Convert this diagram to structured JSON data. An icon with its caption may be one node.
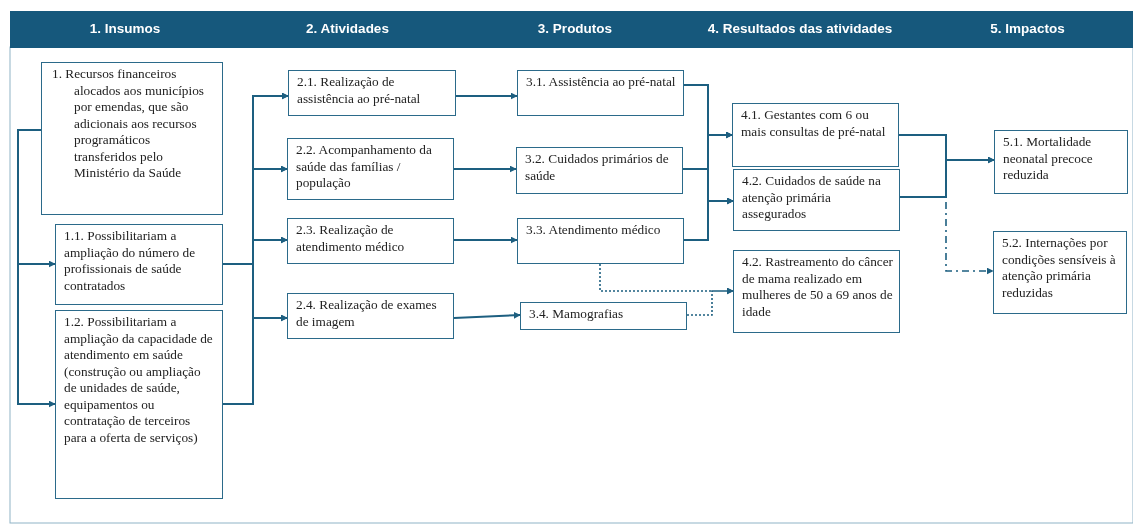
{
  "diagram": {
    "nodes": [
      {
        "text": [
          "1. Recursos financeiros alocados aos municípios por emendas, que são adicionais aos recursos programáticos transferidos pelo Ministério da Saúde"
        ]
      },
      {
        "text": [
          "1.1. Possibilitariam a ampliação do número de profissionais de saúde contratados"
        ]
      },
      {
        "text": [
          "1.2. Possibilitariam a ampliação da capacidade de atendimento em saúde (construção ou ampliação de unidades de saúde, equipamentos ou contratação de terceiros para a oferta de serviços)"
        ]
      },
      {
        "text": [
          "2.1. Realização de assistência ao pré-natal"
        ]
      },
      {
        "text": [
          "2.2. Acompanhamento da saúde das famílias / população"
        ]
      },
      {
        "text": [
          "2.3. Realização de atendimento médico"
        ]
      },
      {
        "text": [
          "2.4. Realização de exames de imagem"
        ]
      },
      {
        "text": [
          "3.1. Assistência ao pré-natal"
        ]
      },
      {
        "text": [
          "3.2. Cuidados primários de saúde"
        ]
      },
      {
        "text": [
          "3.3. Atendimento médico"
        ]
      },
      {
        "text": [
          "3.4. Mamografias"
        ]
      },
      {
        "text": [
          "4.1. Gestantes com 6 ou mais consultas de pré-natal"
        ]
      },
      {
        "text": [
          "4.2. Cuidados de saúde na atenção primária assegurados"
        ]
      },
      {
        "text": [
          "4.2. Rastreamento do câncer de mama realizado em mulheres de 50 a 69 anos de idade"
        ]
      },
      {
        "text": [
          "5.1. Mortalidade neonatal precoce reduzida"
        ]
      },
      {
        "text": [
          "5.2. Internações por condições sensíveis à atenção primária reduzidas"
        ]
      }
    ],
    "edges": [
      {
        "from": 0,
        "to": 1,
        "arrow": "to"
      },
      {
        "from": 0,
        "to": 2,
        "arrow": "to"
      },
      {
        "from": 1,
        "to": 3,
        "arrow": "to"
      },
      {
        "from": 1,
        "to": 4,
        "arrow": "to"
      },
      {
        "from": 1,
        "to": 5,
        "arrow": "to"
      },
      {
        "from": 1,
        "to": 6,
        "arrow": "to"
      },
      {
        "from": 2,
        "to": 3,
        "arrow": "to"
      },
      {
        "from": 2,
        "to": 4,
        "arrow": "to"
      },
      {
        "from": 2,
        "to": 5,
        "arrow": "to"
      },
      {
        "from": 2,
        "to": 6,
        "arrow": "to"
      },
      {
        "from": 3,
        "to": 7,
        "arrow": "to"
      },
      {
        "from": 4,
        "to": 8,
        "arrow": "to"
      },
      {
        "from": 5,
        "to": 9,
        "arrow": "to"
      },
      {
        "from": 6,
        "to": 10,
        "arrow": "to"
      },
      {
        "from": 7,
        "to": 11,
        "arrow": "to"
      },
      {
        "from": 7,
        "to": 12,
        "arrow": "to"
      },
      {
        "from": 8,
        "to": 11,
        "arrow": "to"
      },
      {
        "from": 8,
        "to": 12,
        "arrow": "to"
      },
      {
        "from": 9,
        "to": 11,
        "arrow": "to"
      },
      {
        "from": 9,
        "to": 12,
        "arrow": "to"
      },
      {
        "from": 9,
        "to": 13,
        "arrow": "to",
        "style": "dashed"
      },
      {
        "from": 10,
        "to": 13,
        "arrow": "to",
        "style": "dashed"
      },
      {
        "from": 11,
        "to": 14,
        "arrow": "to"
      },
      {
        "from": 12,
        "to": 14,
        "arrow": "to"
      },
      {
        "from": 12,
        "to": 15,
        "arrow": "to",
        "style": "dashed"
      }
    ],
    "labels": [
      "1. Insumos",
      "2. Atividades",
      "3. Produtos",
      "4. Resultados das atividades",
      "5. Impactos"
    ]
  }
}
